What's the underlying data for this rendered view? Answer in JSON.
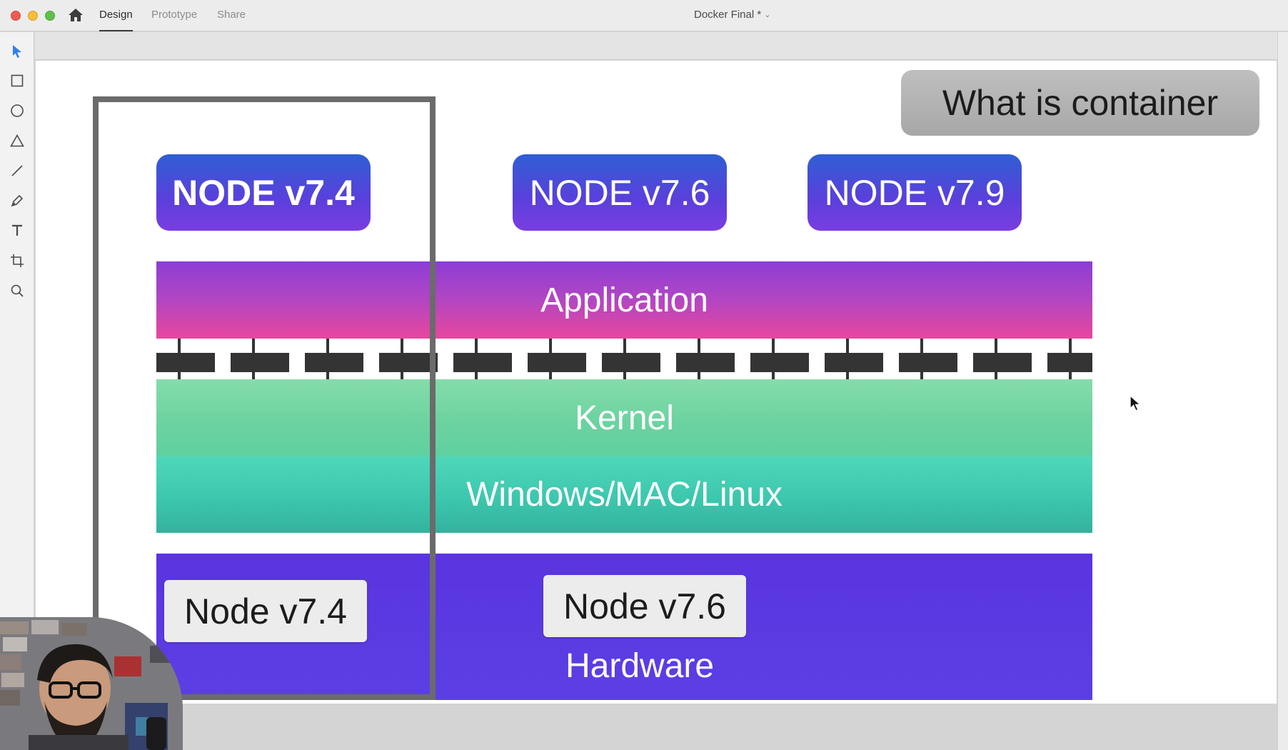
{
  "titlebar": {
    "tabs": [
      {
        "label": "Design",
        "active": true
      },
      {
        "label": "Prototype",
        "active": false
      },
      {
        "label": "Share",
        "active": false
      }
    ],
    "doc_title": "Docker Final *",
    "doc_title_chevron": "chevron-down-icon"
  },
  "toolbar": {
    "tools": [
      "select-arrow-icon",
      "rectangle-icon",
      "ellipse-icon",
      "triangle-icon",
      "line-icon",
      "pen-icon",
      "text-icon",
      "artboard-icon",
      "zoom-icon"
    ]
  },
  "slide": {
    "heading": "What is container",
    "node_pills": [
      {
        "label": "NODE v7.4",
        "bold": true
      },
      {
        "label": "NODE v7.6",
        "bold": false
      },
      {
        "label": "NODE v7.9",
        "bold": false
      }
    ],
    "layers": {
      "application": "Application",
      "kernel": "Kernel",
      "os": "Windows/MAC/Linux",
      "hardware": "Hardware"
    },
    "hardware_tags": [
      "Node v7.4",
      "Node v7.6"
    ]
  },
  "colors": {
    "accent_select": "#2d7ff0",
    "node_pill_top": "#2f5fd3",
    "node_pill_bottom": "#7a3ee0",
    "application_top": "#8c3dd6",
    "application_bottom": "#e9469d",
    "kernel": "#6cd3a0",
    "os": "#3cc7ae",
    "hardware": "#5b3ae2",
    "frame": "#6b6b6b"
  }
}
